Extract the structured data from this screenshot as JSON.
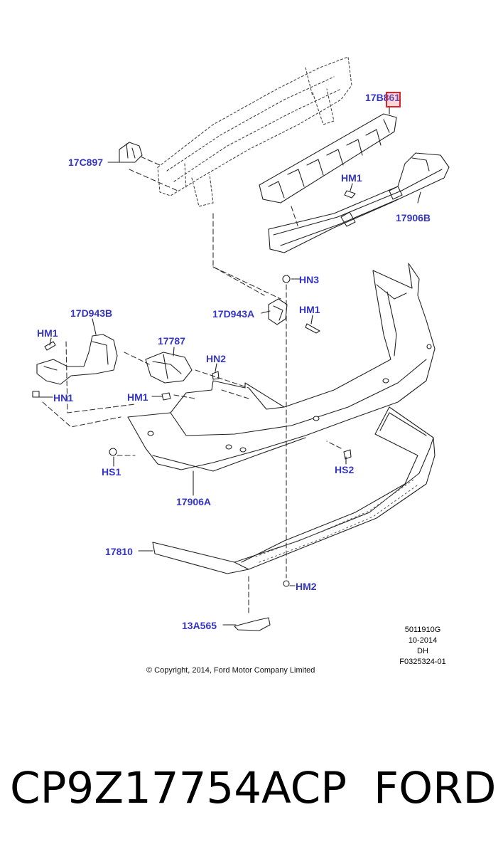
{
  "diagram": {
    "callouts": {
      "c17B861": "17B861",
      "c17C897": "17C897",
      "cHM1_top": "HM1",
      "c17906B": "17906B",
      "cHN3": "HN3",
      "c17D943B": "17D943B",
      "c17D943A": "17D943A",
      "cHM1_mid": "HM1",
      "cHM1_left": "HM1",
      "c17787": "17787",
      "cHN2": "HN2",
      "cHN1": "HN1",
      "cHM1_low": "HM1",
      "cHS1": "HS1",
      "cHS2": "HS2",
      "c17906A": "17906A",
      "c17810": "17810",
      "cHM2": "HM2",
      "c13A565": "13A565"
    },
    "meta": {
      "line1": "5011910G",
      "line2": "10-2014",
      "line3": "DH",
      "line4": "F0325324-01"
    },
    "copyright": "© Copyright, 2014, Ford Motor Company Limited",
    "highlight_target": "17B861"
  },
  "footer": {
    "part_number": "CP9Z17754ACP",
    "brand": "FORD"
  },
  "colors": {
    "callout": "#3535c8",
    "highlight_border": "#e0232b"
  }
}
